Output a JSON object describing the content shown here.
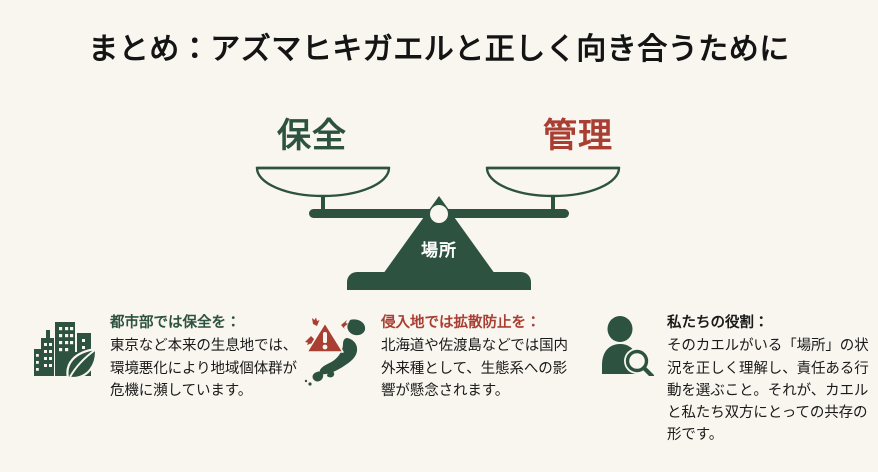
{
  "slide": {
    "background_color": "#f9f6f0",
    "title": "まとめ：アズマヒキガエルと正しく向き合うために"
  },
  "colors": {
    "green": "#2d5240",
    "red": "#a93f32",
    "text": "#1a1a1a",
    "white": "#ffffff",
    "background": "#f9f6f0"
  },
  "scale": {
    "left_label": "保全",
    "right_label": "管理",
    "fulcrum_label": "場所",
    "left_label_color": "#2d5240",
    "right_label_color": "#a93f32",
    "fulcrum_label_color": "#ffffff"
  },
  "columns": [
    {
      "icon": "city-leaf-icon",
      "icon_color": "#2d5240",
      "heading": "都市部では保全を：",
      "heading_color": "#2d5240",
      "body": "東京など本来の生息地では、環境悪化により地域個体群が危機に瀕しています。"
    },
    {
      "icon": "japan-map-warning-icon",
      "icon_color": "#2d5240",
      "icon_accent_color": "#a93f32",
      "heading": "侵入地では拡散防止を：",
      "heading_color": "#a93f32",
      "body": "北海道や佐渡島などでは国内外来種として、生態系への影響が懸念されます。"
    },
    {
      "icon": "person-magnifier-icon",
      "icon_color": "#2d5240",
      "heading": "私たちの役割：",
      "heading_color": "#1a1a1a",
      "body": "そのカエルがいる「場所」の状況を正しく理解し、責任ある行動を選ぶこと。それが、カエルと私たち双方にとっての共存の形です。"
    }
  ]
}
